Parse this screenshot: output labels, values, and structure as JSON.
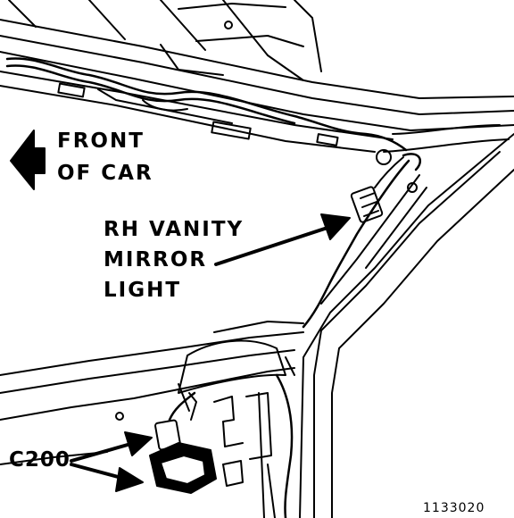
{
  "labels": {
    "front": "FRONT",
    "of_car": "OF CAR",
    "component_line1": "RH VANITY",
    "component_line2": "MIRROR",
    "component_line3": "LIGHT",
    "connector": "C200",
    "figure_number": "1133020"
  },
  "colors": {
    "ink": "#000000",
    "paper": "#ffffff"
  },
  "icons": {
    "direction_arrow": "arrow-left-icon"
  }
}
